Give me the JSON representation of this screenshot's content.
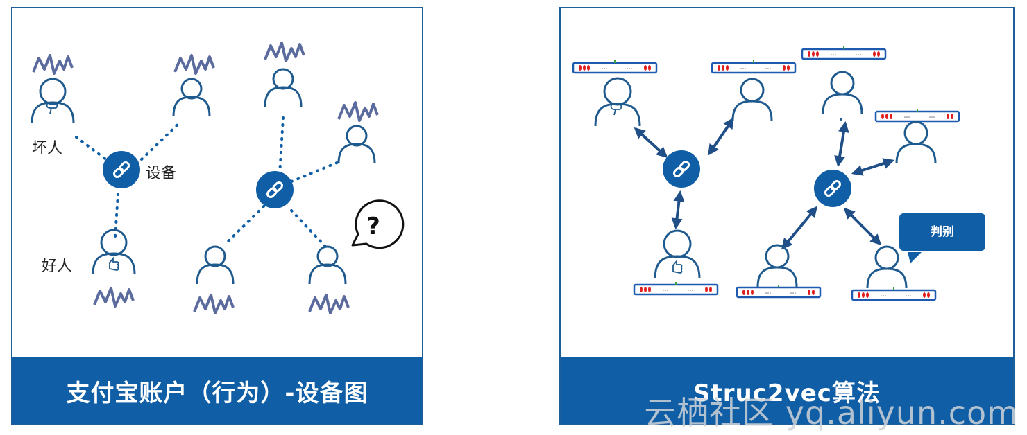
{
  "left_panel": {
    "title": "支付宝账户（行为）-设备图",
    "labels": {
      "bad": "坏人",
      "good": "好人",
      "device": "设备"
    },
    "question_mark": "?"
  },
  "right_panel": {
    "title": "Struc2vec算法",
    "judge_label": "判别",
    "vector_dots": "···"
  },
  "watermark": "云栖社区 yq.aliyun.com",
  "colors": {
    "frame": "#1e5d97",
    "footer": "#0f5ea6",
    "node": "#0f5ea6",
    "person": "#1f5a8e",
    "wave": "#5b6b9e",
    "vector_red": "#e02020"
  }
}
